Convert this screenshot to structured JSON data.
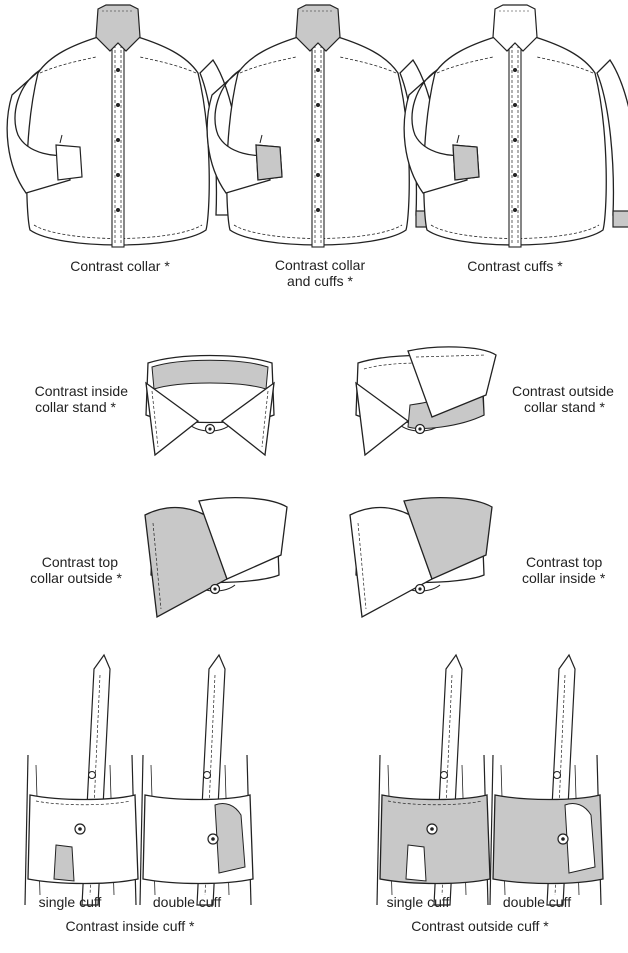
{
  "colors": {
    "contrast_fill": "#c8c8c8",
    "line": "#222222",
    "background": "#ffffff"
  },
  "shirts": {
    "contrast_collar_label": "Contrast collar *",
    "contrast_collar_cuffs_line1": "Contrast collar",
    "contrast_collar_cuffs_line2": "and cuffs *",
    "contrast_cuffs_label": "Contrast cuffs *"
  },
  "collars": {
    "inside_stand_line1": "Contrast inside",
    "inside_stand_line2": "collar stand *",
    "outside_stand_line1": "Contrast outside",
    "outside_stand_line2": "collar stand *",
    "top_outside_line1": "Contrast top",
    "top_outside_line2": "collar outside *",
    "top_inside_line1": "Contrast top",
    "top_inside_line2": "collar inside *"
  },
  "cuffs": {
    "single_cuff_left": "single cuff",
    "double_cuff_left": "double cuff",
    "inside_cuff_label": "Contrast inside cuff *",
    "single_cuff_right": "single cuff",
    "double_cuff_right": "double cuff",
    "outside_cuff_label": "Contrast outside cuff *"
  }
}
